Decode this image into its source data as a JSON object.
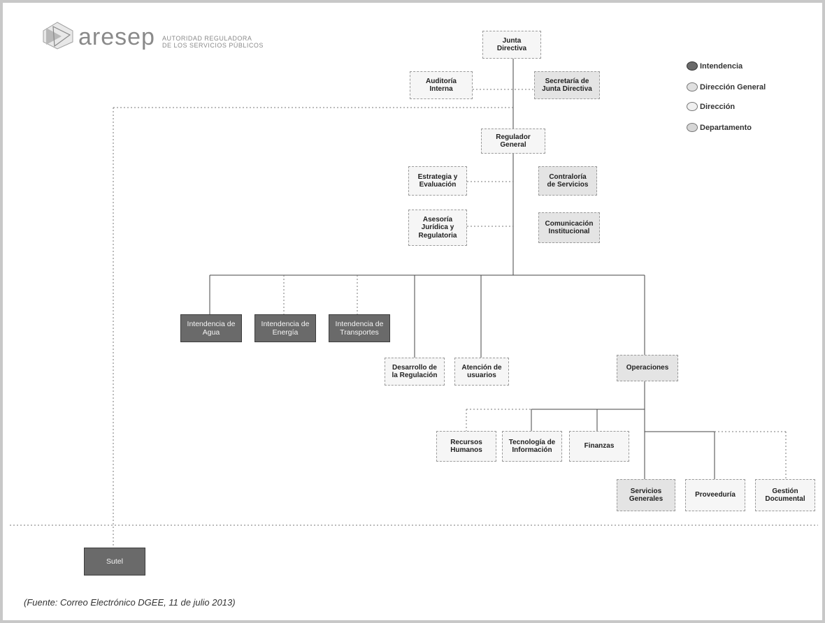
{
  "header": {
    "logo_text": "aresep",
    "logo_tagline_line1": "AUTORIDAD REGULADORA",
    "logo_tagline_line2": "DE LOS SERVICIOS PÚBLICOS"
  },
  "legend": [
    {
      "label": "Intendencia",
      "color": "#6a6a6a"
    },
    {
      "label": "Dirección General",
      "color": "#e0e0e0"
    },
    {
      "label": "Dirección",
      "color": "#f0f0f0"
    },
    {
      "label": "Departamento",
      "color": "#d6d6d6"
    }
  ],
  "nodes": {
    "junta_directiva": "Junta\nDirectiva",
    "auditoria_interna": "Auditoría\nInterna",
    "secretaria_junta": "Secretaría de\nJunta Directiva",
    "regulador_general": "Regulador\nGeneral",
    "estrategia_evaluacion": "Estrategia y\nEvaluación",
    "contraloria_servicios": "Contraloría\nde Servicios",
    "asesoria_juridica": "Asesoría\nJurídica y\nRegulatoria",
    "comunicacion_institucional": "Comunicación\nInstitucional",
    "intendencia_agua": "Intendencia de\nAgua",
    "intendencia_energia": "Intendencia de\nEnergía",
    "intendencia_transportes": "Intendencia de\nTransportes",
    "desarrollo_regulacion": "Desarrollo de\nla Regulación",
    "atencion_usuarios": "Atención de\nusuarios",
    "operaciones": "Operaciones",
    "recursos_humanos": "Recursos\nHumanos",
    "tecnologia_informacion": "Tecnología de\nInformación",
    "finanzas": "Finanzas",
    "servicios_generales": "Servicios\nGenerales",
    "proveeduria": "Proveeduría",
    "gestion_documental": "Gestión\nDocumental",
    "sutel": "Sutel"
  },
  "source_note": "(Fuente: Correo  Electrónico  DGEE, 11 de julio 2013)"
}
